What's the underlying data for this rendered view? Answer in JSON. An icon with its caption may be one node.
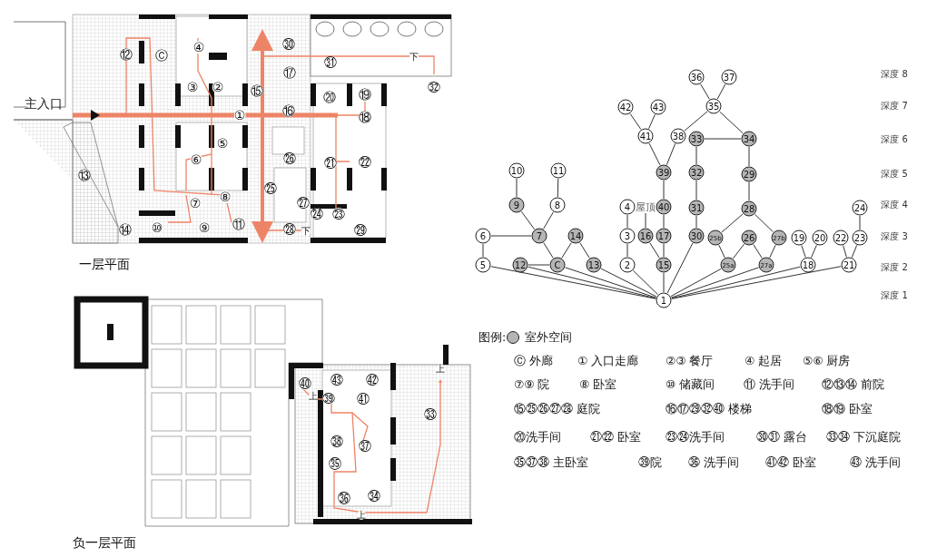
{
  "diagram": {
    "nodes": [
      {
        "text": [
          "36"
        ]
      },
      {
        "text": [
          "37"
        ]
      },
      {
        "text": [
          "35"
        ]
      },
      {
        "text": [
          "42"
        ]
      },
      {
        "text": [
          "43"
        ]
      },
      {
        "text": [
          "41"
        ]
      },
      {
        "text": [
          "38"
        ]
      },
      {
        "text": [
          "33"
        ]
      },
      {
        "text": [
          "34"
        ]
      },
      {
        "text": [
          "10"
        ]
      },
      {
        "text": [
          "11"
        ]
      },
      {
        "text": [
          "39"
        ]
      },
      {
        "text": [
          "32"
        ]
      },
      {
        "text": [
          "29"
        ]
      },
      {
        "text": [
          "9"
        ]
      },
      {
        "text": [
          "8"
        ]
      },
      {
        "text": [
          "4"
        ]
      },
      {
        "text": [
          "屋顶"
        ]
      },
      {
        "text": [
          "40"
        ]
      },
      {
        "text": [
          "31"
        ]
      },
      {
        "text": [
          "28"
        ]
      },
      {
        "text": [
          "24"
        ]
      },
      {
        "text": [
          "6"
        ]
      },
      {
        "text": [
          "7"
        ]
      },
      {
        "text": [
          "14"
        ]
      },
      {
        "text": [
          "3"
        ]
      },
      {
        "text": [
          "16"
        ]
      },
      {
        "text": [
          "17"
        ]
      },
      {
        "text": [
          "30"
        ]
      },
      {
        "text": [
          "25b"
        ]
      },
      {
        "text": [
          "26"
        ]
      },
      {
        "text": [
          "27b"
        ]
      },
      {
        "text": [
          "19"
        ]
      },
      {
        "text": [
          "20"
        ]
      },
      {
        "text": [
          "22"
        ]
      },
      {
        "text": [
          "23"
        ]
      },
      {
        "text": [
          "5"
        ]
      },
      {
        "text": [
          "12"
        ]
      },
      {
        "text": [
          "C"
        ]
      },
      {
        "text": [
          "13"
        ]
      },
      {
        "text": [
          "2"
        ]
      },
      {
        "text": [
          "15"
        ]
      },
      {
        "text": [
          "25a"
        ]
      },
      {
        "text": [
          "27a"
        ]
      },
      {
        "text": [
          "18"
        ]
      },
      {
        "text": [
          "21"
        ]
      },
      {
        "text": [
          "1"
        ]
      }
    ],
    "edges": [
      {
        "from": 46,
        "to": 36,
        "arrow": "none"
      },
      {
        "from": 46,
        "to": 37,
        "arrow": "none"
      },
      {
        "from": 46,
        "to": 38,
        "arrow": "none"
      },
      {
        "from": 46,
        "to": 39,
        "arrow": "none"
      },
      {
        "from": 46,
        "to": 40,
        "arrow": "none"
      },
      {
        "from": 46,
        "to": 41,
        "arrow": "none"
      },
      {
        "from": 46,
        "to": 28,
        "arrow": "none"
      },
      {
        "from": 46,
        "to": 42,
        "arrow": "none"
      },
      {
        "from": 46,
        "to": 43,
        "arrow": "none"
      },
      {
        "from": 46,
        "to": 44,
        "arrow": "none"
      },
      {
        "from": 46,
        "to": 45,
        "arrow": "none"
      },
      {
        "from": 36,
        "to": 22,
        "arrow": "none"
      },
      {
        "from": 22,
        "to": 23,
        "arrow": "none"
      },
      {
        "from": 38,
        "to": 37,
        "arrow": "none"
      },
      {
        "from": 38,
        "to": 23,
        "arrow": "none"
      },
      {
        "from": 38,
        "to": 24,
        "arrow": "none"
      },
      {
        "from": 24,
        "to": 39,
        "arrow": "none"
      },
      {
        "from": 23,
        "to": 14,
        "arrow": "none"
      },
      {
        "from": 23,
        "to": 15,
        "arrow": "none"
      },
      {
        "from": 14,
        "to": 9,
        "arrow": "none"
      },
      {
        "from": 15,
        "to": 10,
        "arrow": "none"
      },
      {
        "from": 40,
        "to": 25,
        "arrow": "none"
      },
      {
        "from": 25,
        "to": 16,
        "arrow": "none"
      },
      {
        "from": 41,
        "to": 26,
        "arrow": "none"
      },
      {
        "from": 41,
        "to": 27,
        "arrow": "none"
      },
      {
        "from": 26,
        "to": 17,
        "arrow": "none"
      },
      {
        "from": 27,
        "to": 18,
        "arrow": "none"
      },
      {
        "from": 18,
        "to": 11,
        "arrow": "none"
      },
      {
        "from": 11,
        "to": 5,
        "arrow": "none"
      },
      {
        "from": 11,
        "to": 6,
        "arrow": "none"
      },
      {
        "from": 5,
        "to": 3,
        "arrow": "none"
      },
      {
        "from": 5,
        "to": 4,
        "arrow": "none"
      },
      {
        "from": 6,
        "to": 2,
        "arrow": "none"
      },
      {
        "from": 2,
        "to": 0,
        "arrow": "none"
      },
      {
        "from": 2,
        "to": 1,
        "arrow": "none"
      },
      {
        "from": 2,
        "to": 8,
        "arrow": "none"
      },
      {
        "from": 7,
        "to": 8,
        "arrow": "none"
      },
      {
        "from": 28,
        "to": 19,
        "arrow": "none"
      },
      {
        "from": 19,
        "to": 12,
        "arrow": "none"
      },
      {
        "from": 12,
        "to": 7,
        "arrow": "none"
      },
      {
        "from": 42,
        "to": 29,
        "arrow": "none"
      },
      {
        "from": 42,
        "to": 30,
        "arrow": "none"
      },
      {
        "from": 30,
        "to": 43,
        "arrow": "none"
      },
      {
        "from": 43,
        "to": 31,
        "arrow": "none"
      },
      {
        "from": 29,
        "to": 20,
        "arrow": "none"
      },
      {
        "from": 31,
        "to": 20,
        "arrow": "none"
      },
      {
        "from": 20,
        "to": 13,
        "arrow": "none"
      },
      {
        "from": 13,
        "to": 8,
        "arrow": "none"
      },
      {
        "from": 44,
        "to": 32,
        "arrow": "none"
      },
      {
        "from": 44,
        "to": 33,
        "arrow": "none"
      },
      {
        "from": 45,
        "to": 34,
        "arrow": "none"
      },
      {
        "from": 45,
        "to": 35,
        "arrow": "none"
      },
      {
        "from": 35,
        "to": 21,
        "arrow": "none"
      }
    ],
    "labels": [
      "⑫",
      "Ⓒ",
      "④",
      "㉚",
      "㉛",
      "下",
      "⑰",
      "③",
      "②",
      "⑮",
      "㉜",
      "⑳",
      "⑲",
      "主入口",
      "①",
      "⑯",
      "⑱",
      "⑤",
      "⑥",
      "㉖",
      "㉑",
      "㉒",
      "⑬",
      "⑧",
      "⑦",
      "㉕",
      "㉗",
      "㉔",
      "㉓",
      "⑩",
      "⑨",
      "⑪",
      "⑭",
      "㉘",
      "下",
      "㉙",
      "一层平面",
      "深度 8",
      "深度 7",
      "深度 6",
      "深度 5",
      "深度 4",
      "深度 3",
      "深度 2",
      "深度 1",
      "图例:",
      "Ⓒ 外廊",
      "① 入口走廊",
      "②③ 餐厅",
      "④ 起居",
      "⑤⑥ 厨房",
      "⑦⑨ 院",
      "⑧ 卧室",
      "⑩ 储藏间",
      "⑪ 洗手间",
      "⑫⑬⑭ 前院",
      "⑮㉕㉖㉗㉘ 庭院",
      "⑯⑰㉙㉜㊵ 楼梯",
      "⑱⑲ 卧室",
      "⑳洗手间",
      "㉑㉒ 卧室",
      "㉓㉔洗手间",
      "㉚㉛ 露台",
      "㉝㉞ 下沉庭院",
      "㉟㊲㊳ 主卧室",
      "㊴院",
      "㊱ 洗手间",
      "㊶㊷ 卧室",
      "㊸ 洗手间",
      "上",
      "㊵",
      "㊸",
      "㊷",
      "上",
      "㊴",
      "㊶",
      "㉝",
      "㊳",
      "㊲",
      "㉟",
      "㊱",
      "㉞",
      "上",
      "负一层平面"
    ],
    "legend": [
      {
        "text": "室外空间",
        "color": "#b5b5b5"
      }
    ]
  }
}
